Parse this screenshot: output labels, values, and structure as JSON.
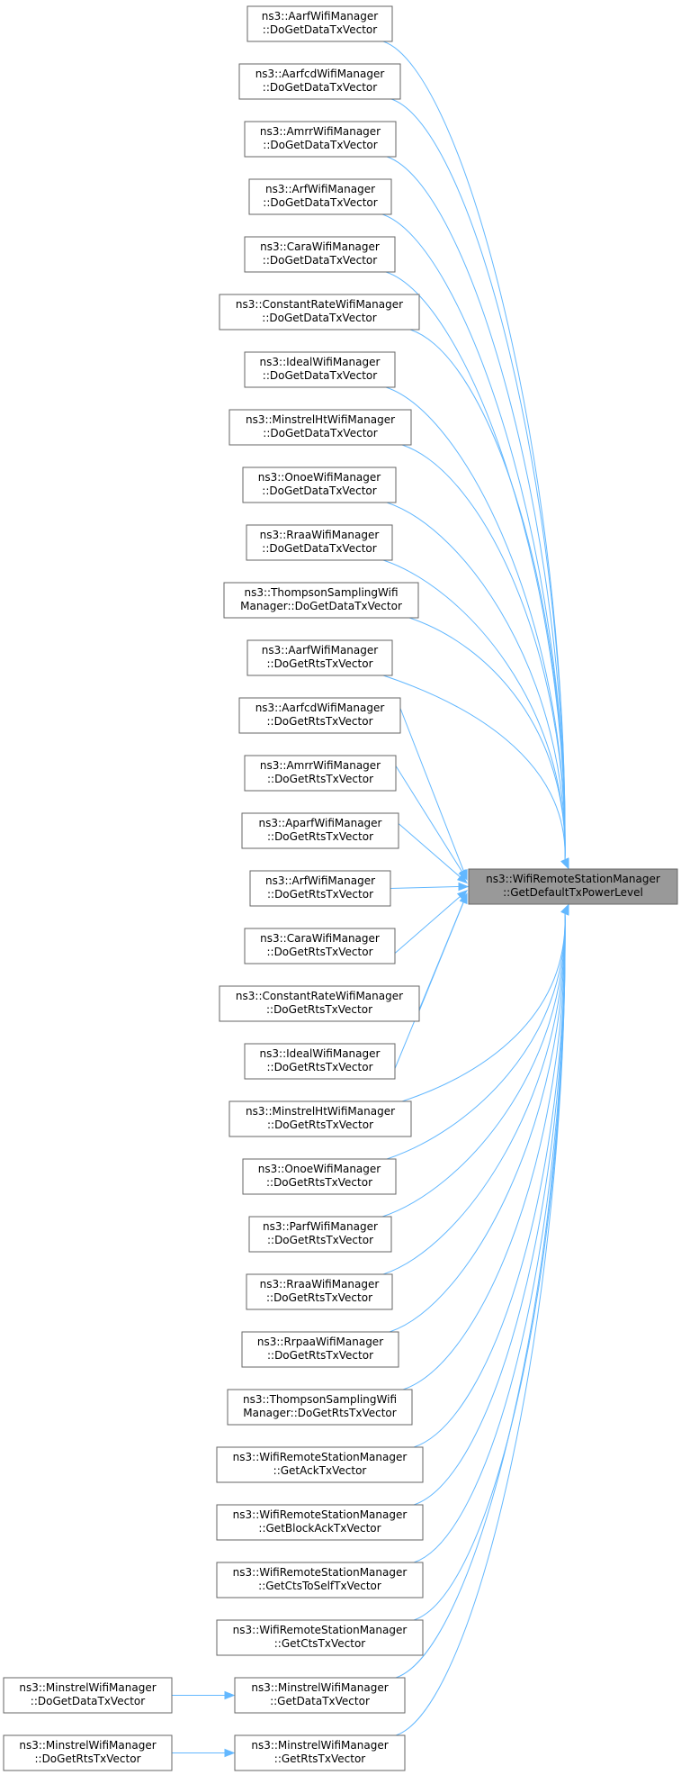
{
  "target": {
    "id": "target",
    "lines": [
      "ns3::WifiRemoteStationManager",
      "::GetDefaultTxPowerLevel"
    ]
  },
  "callers": [
    {
      "id": "n1",
      "lines": [
        "ns3::AarfWifiManager",
        "::DoGetDataTxVector"
      ]
    },
    {
      "id": "n2",
      "lines": [
        "ns3::AarfcdWifiManager",
        "::DoGetDataTxVector"
      ]
    },
    {
      "id": "n3",
      "lines": [
        "ns3::AmrrWifiManager",
        "::DoGetDataTxVector"
      ]
    },
    {
      "id": "n4",
      "lines": [
        "ns3::ArfWifiManager",
        "::DoGetDataTxVector"
      ]
    },
    {
      "id": "n5",
      "lines": [
        "ns3::CaraWifiManager",
        "::DoGetDataTxVector"
      ]
    },
    {
      "id": "n6",
      "lines": [
        "ns3::ConstantRateWifiManager",
        "::DoGetDataTxVector"
      ]
    },
    {
      "id": "n7",
      "lines": [
        "ns3::IdealWifiManager",
        "::DoGetDataTxVector"
      ]
    },
    {
      "id": "n8",
      "lines": [
        "ns3::MinstrelHtWifiManager",
        "::DoGetDataTxVector"
      ]
    },
    {
      "id": "n9",
      "lines": [
        "ns3::OnoeWifiManager",
        "::DoGetDataTxVector"
      ]
    },
    {
      "id": "n10",
      "lines": [
        "ns3::RraaWifiManager",
        "::DoGetDataTxVector"
      ]
    },
    {
      "id": "n11",
      "lines": [
        "ns3::ThompsonSamplingWifi",
        "Manager::DoGetDataTxVector"
      ]
    },
    {
      "id": "n12",
      "lines": [
        "ns3::AarfWifiManager",
        "::DoGetRtsTxVector"
      ]
    },
    {
      "id": "n13",
      "lines": [
        "ns3::AarfcdWifiManager",
        "::DoGetRtsTxVector"
      ]
    },
    {
      "id": "n14",
      "lines": [
        "ns3::AmrrWifiManager",
        "::DoGetRtsTxVector"
      ]
    },
    {
      "id": "n15",
      "lines": [
        "ns3::AparfWifiManager",
        "::DoGetRtsTxVector"
      ]
    },
    {
      "id": "n16",
      "lines": [
        "ns3::ArfWifiManager",
        "::DoGetRtsTxVector"
      ]
    },
    {
      "id": "n17",
      "lines": [
        "ns3::CaraWifiManager",
        "::DoGetRtsTxVector"
      ]
    },
    {
      "id": "n18",
      "lines": [
        "ns3::ConstantRateWifiManager",
        "::DoGetRtsTxVector"
      ]
    },
    {
      "id": "n19",
      "lines": [
        "ns3::IdealWifiManager",
        "::DoGetRtsTxVector"
      ]
    },
    {
      "id": "n20",
      "lines": [
        "ns3::MinstrelHtWifiManager",
        "::DoGetRtsTxVector"
      ]
    },
    {
      "id": "n21",
      "lines": [
        "ns3::OnoeWifiManager",
        "::DoGetRtsTxVector"
      ]
    },
    {
      "id": "n22",
      "lines": [
        "ns3::ParfWifiManager",
        "::DoGetRtsTxVector"
      ]
    },
    {
      "id": "n23",
      "lines": [
        "ns3::RraaWifiManager",
        "::DoGetRtsTxVector"
      ]
    },
    {
      "id": "n24",
      "lines": [
        "ns3::RrpaaWifiManager",
        "::DoGetRtsTxVector"
      ]
    },
    {
      "id": "n25",
      "lines": [
        "ns3::ThompsonSamplingWifi",
        "Manager::DoGetRtsTxVector"
      ]
    },
    {
      "id": "n26",
      "lines": [
        "ns3::WifiRemoteStationManager",
        "::GetAckTxVector"
      ]
    },
    {
      "id": "n27",
      "lines": [
        "ns3::WifiRemoteStationManager",
        "::GetBlockAckTxVector"
      ]
    },
    {
      "id": "n28",
      "lines": [
        "ns3::WifiRemoteStationManager",
        "::GetCtsToSelfTxVector"
      ]
    },
    {
      "id": "n29",
      "lines": [
        "ns3::WifiRemoteStationManager",
        "::GetCtsTxVector"
      ]
    },
    {
      "id": "n30",
      "lines": [
        "ns3::MinstrelWifiManager",
        "::GetDataTxVector"
      ]
    },
    {
      "id": "n31",
      "lines": [
        "ns3::MinstrelWifiManager",
        "::GetRtsTxVector"
      ]
    }
  ],
  "secondary_callers": [
    {
      "id": "s1",
      "lines": [
        "ns3::MinstrelWifiManager",
        "::DoGetDataTxVector"
      ],
      "calls": "n30"
    },
    {
      "id": "s2",
      "lines": [
        "ns3::MinstrelWifiManager",
        "::DoGetRtsTxVector"
      ],
      "calls": "n31"
    }
  ],
  "colors": {
    "edge": "#63b8ff",
    "node_border": "#666666",
    "target_fill": "#999999"
  }
}
